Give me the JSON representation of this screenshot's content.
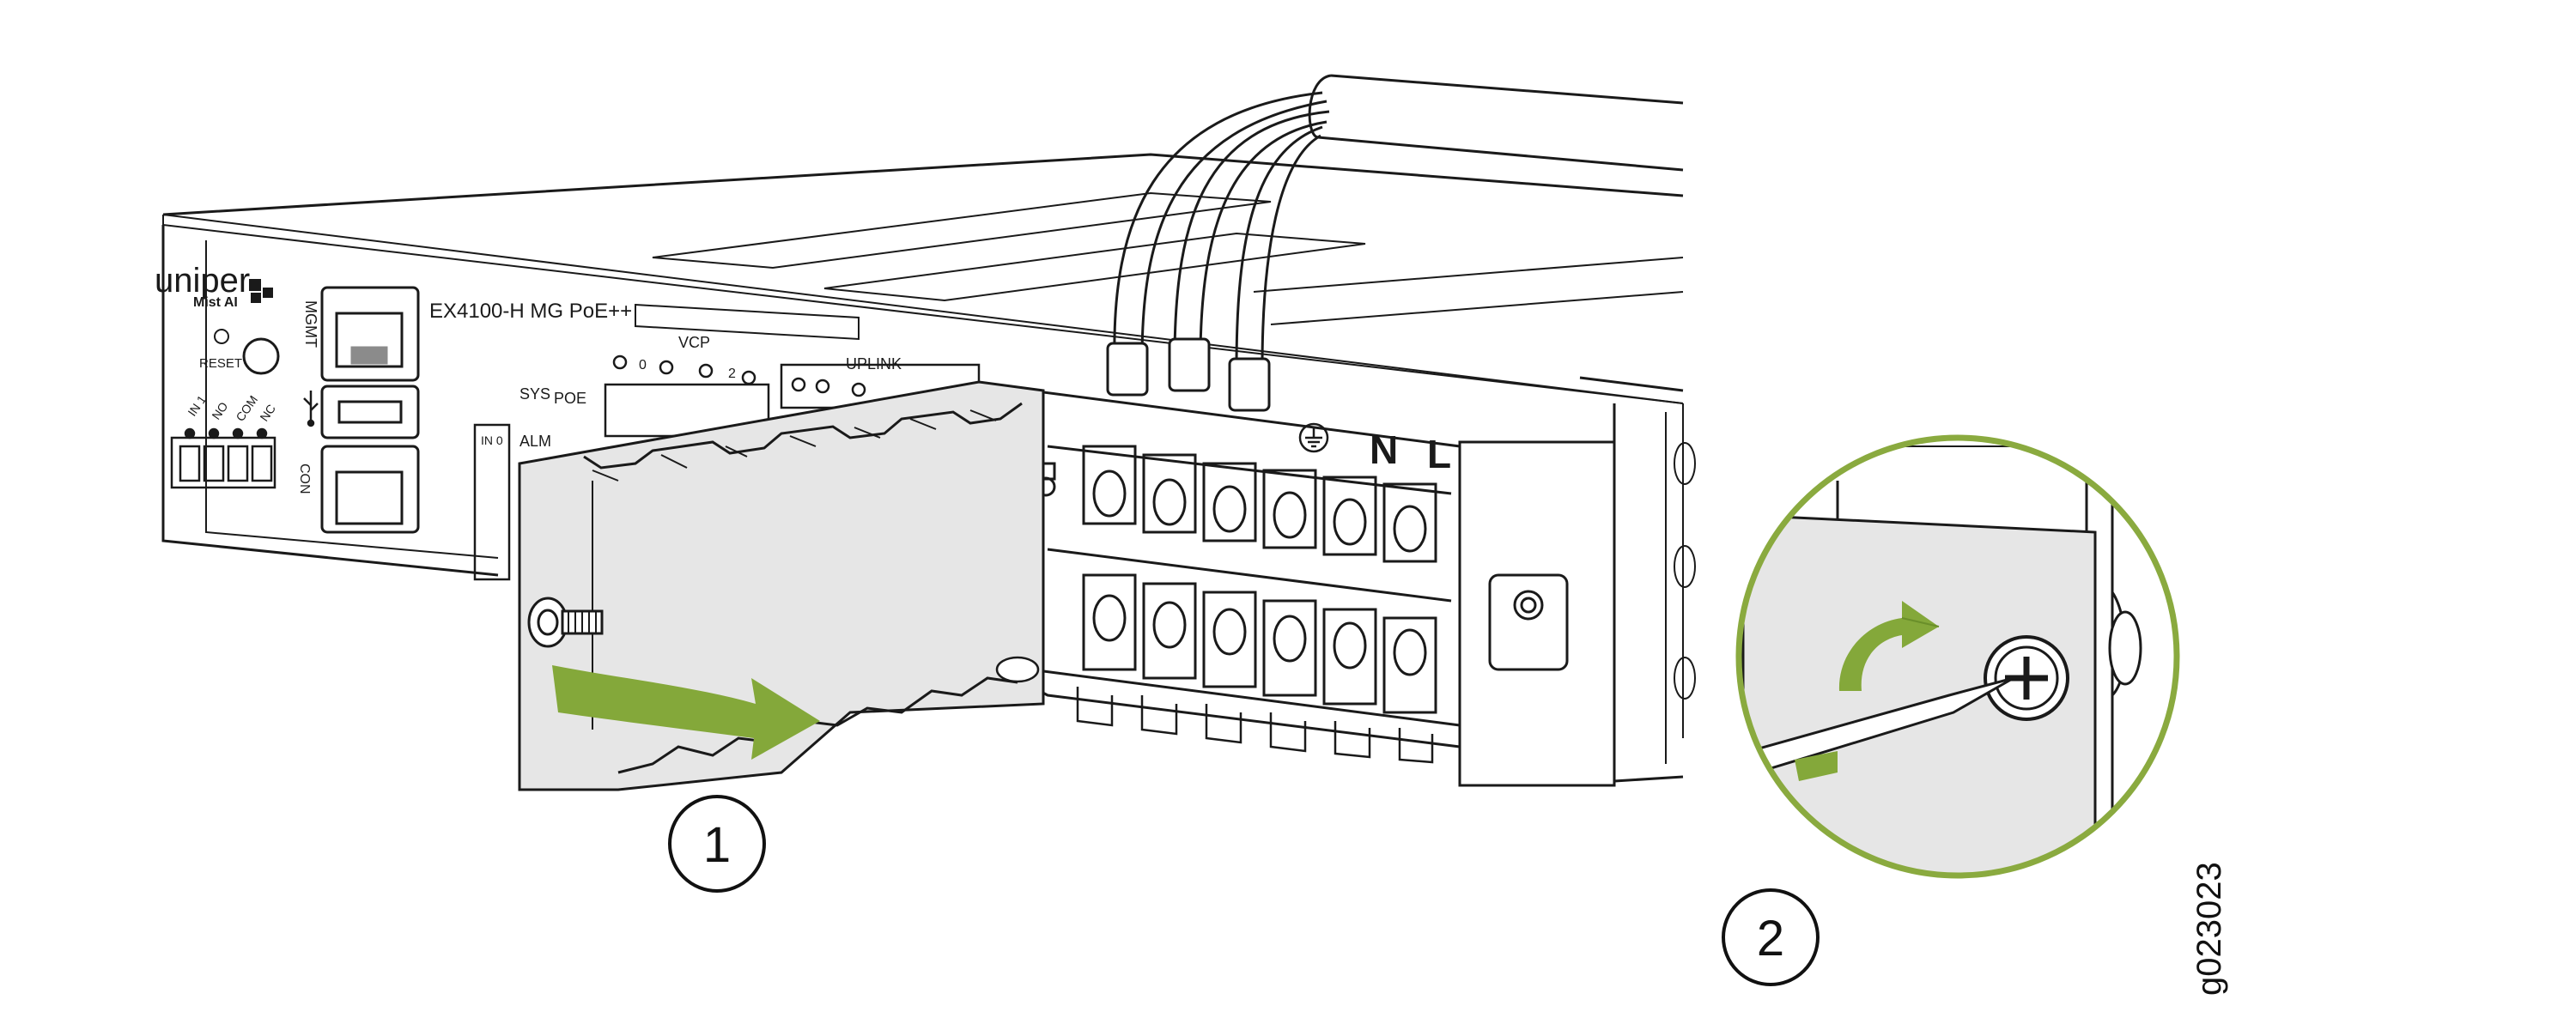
{
  "colors": {
    "accent_green": "#8aaa3f",
    "arrow_green": "#84a83a",
    "line": "#1a1a1a",
    "panel_gray": "#e6e6e6"
  },
  "device": {
    "brand": "uniper",
    "sub_brand": "Mist AI",
    "model": "EX4100-H MG PoE++",
    "port_labels": {
      "mgmt": "MGMT",
      "reset": "RESET",
      "con": "CON",
      "vcp": "VCP",
      "vcp_0": "0",
      "vcp_2": "2",
      "uplink": "UPLINK",
      "sys": "SYS",
      "poe": "POE",
      "alm": "ALM",
      "in0": "IN 0",
      "in1": "IN 1",
      "no": "NO",
      "com": "COM",
      "nc": "NC"
    },
    "terminal_labels": {
      "neutral": "N",
      "line": "L"
    }
  },
  "callouts": {
    "step1": "1",
    "step2": "2"
  },
  "figure_code": "g023023",
  "icons": [
    "usb-icon",
    "ground-icon",
    "screwdriver-icon",
    "rotate-arrow-icon",
    "slide-arrow-icon"
  ]
}
